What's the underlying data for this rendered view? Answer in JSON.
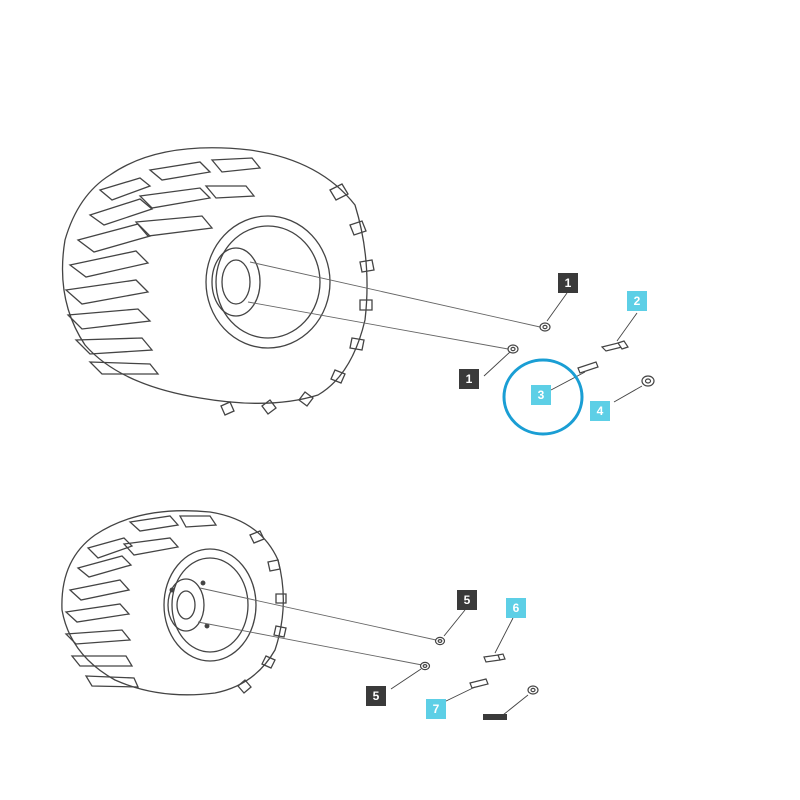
{
  "colors": {
    "line": "#444444",
    "dark_callout": "#3a3a3a",
    "cyan_callout": "#5dcfe6",
    "highlight_ring": "#1a9ed4"
  },
  "callouts": [
    {
      "id": "1a",
      "label": "1",
      "style": "dark"
    },
    {
      "id": "1b",
      "label": "1",
      "style": "dark"
    },
    {
      "id": "2",
      "label": "2",
      "style": "cyan"
    },
    {
      "id": "3",
      "label": "3",
      "style": "cyan"
    },
    {
      "id": "4",
      "label": "4",
      "style": "cyan"
    },
    {
      "id": "5a",
      "label": "5",
      "style": "dark"
    },
    {
      "id": "5b",
      "label": "5",
      "style": "dark"
    },
    {
      "id": "6",
      "label": "6",
      "style": "cyan"
    },
    {
      "id": "7",
      "label": "7",
      "style": "cyan"
    }
  ]
}
